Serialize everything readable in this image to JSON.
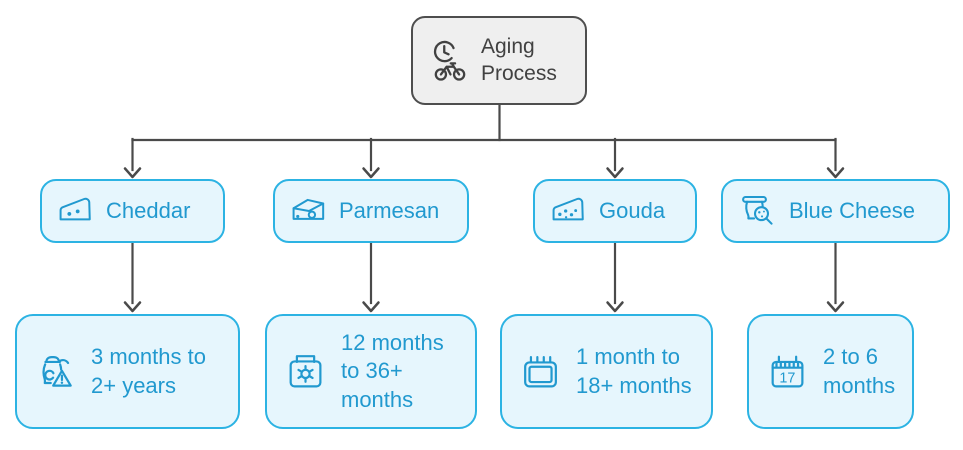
{
  "page": {
    "background": "#ffffff"
  },
  "colors": {
    "connector": "#4a4a4a",
    "root_fill": "#efefef",
    "root_border": "#4e4e4e",
    "root_text": "#414141",
    "node_fill": "#e6f6fd",
    "node_border": "#2cb3e3",
    "node_text": "#2199cf"
  },
  "diagram": {
    "root": {
      "label": "Aging Process",
      "icon": "clock-cycle-bicycle-icon"
    },
    "branches": [
      {
        "label": "Cheddar",
        "icon": "cheddar-cheese-wedge-icon",
        "duration": {
          "label": "3 months to 2+ years",
          "icon": "milk-can-warning-icon"
        }
      },
      {
        "label": "Parmesan",
        "icon": "parmesan-cheese-block-icon",
        "duration": {
          "label": "12 months to 36+ months",
          "icon": "calendar-gear-icon"
        }
      },
      {
        "label": "Gouda",
        "icon": "gouda-cheese-wedge-icon",
        "duration": {
          "label": "1 month to 18+ months",
          "icon": "calendar-binder-icon"
        }
      },
      {
        "label": "Blue Cheese",
        "icon": "blue-cheese-crock-magnifier-icon",
        "duration": {
          "label": "2 to 6 months",
          "icon": "calendar-date-icon",
          "icon_text": "17"
        }
      }
    ]
  }
}
